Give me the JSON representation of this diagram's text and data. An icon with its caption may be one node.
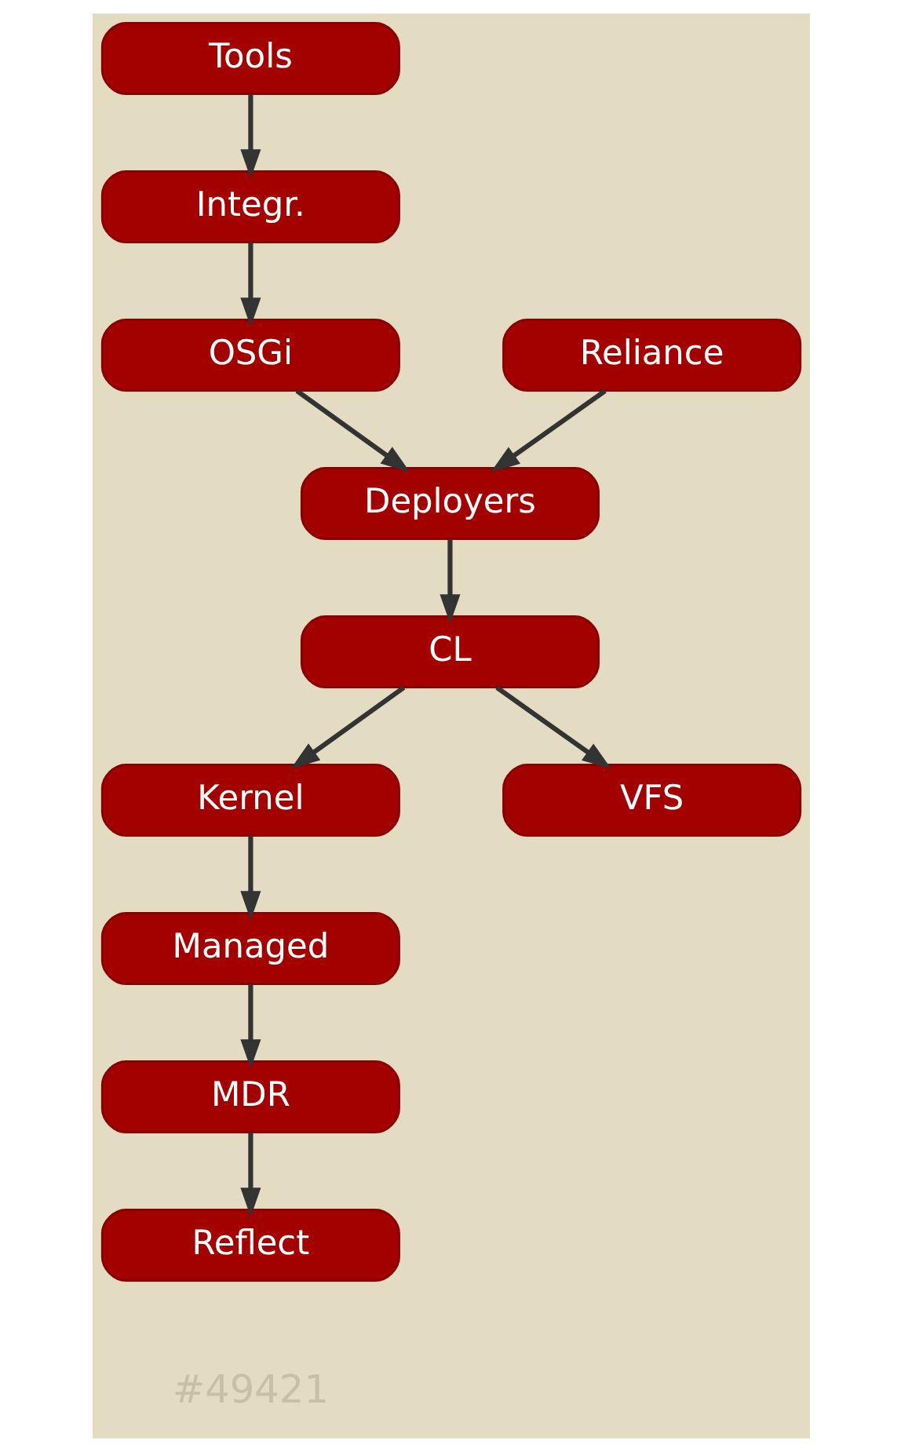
{
  "diagram": {
    "nodes": [
      {
        "text": [
          "Tools"
        ]
      },
      {
        "text": [
          "Integr."
        ]
      },
      {
        "text": [
          "OSGi"
        ]
      },
      {
        "text": [
          "Reliance"
        ]
      },
      {
        "text": [
          "Deployers"
        ]
      },
      {
        "text": [
          "CL"
        ]
      },
      {
        "text": [
          "Kernel"
        ]
      },
      {
        "text": [
          "VFS"
        ]
      },
      {
        "text": [
          "Managed"
        ]
      },
      {
        "text": [
          "MDR"
        ]
      },
      {
        "text": [
          "Reflect"
        ]
      }
    ],
    "edges": [
      {
        "from": 0,
        "to": 1,
        "arrow": "to"
      },
      {
        "from": 1,
        "to": 2,
        "arrow": "to"
      },
      {
        "from": 2,
        "to": 4,
        "arrow": "to"
      },
      {
        "from": 3,
        "to": 4,
        "arrow": "to"
      },
      {
        "from": 4,
        "to": 5,
        "arrow": "to"
      },
      {
        "from": 5,
        "to": 6,
        "arrow": "to"
      },
      {
        "from": 5,
        "to": 7,
        "arrow": "to"
      },
      {
        "from": 6,
        "to": 8,
        "arrow": "to"
      },
      {
        "from": 8,
        "to": 9,
        "arrow": "to"
      },
      {
        "from": 9,
        "to": 10,
        "arrow": "to"
      }
    ],
    "labels": [
      "#49421"
    ]
  }
}
